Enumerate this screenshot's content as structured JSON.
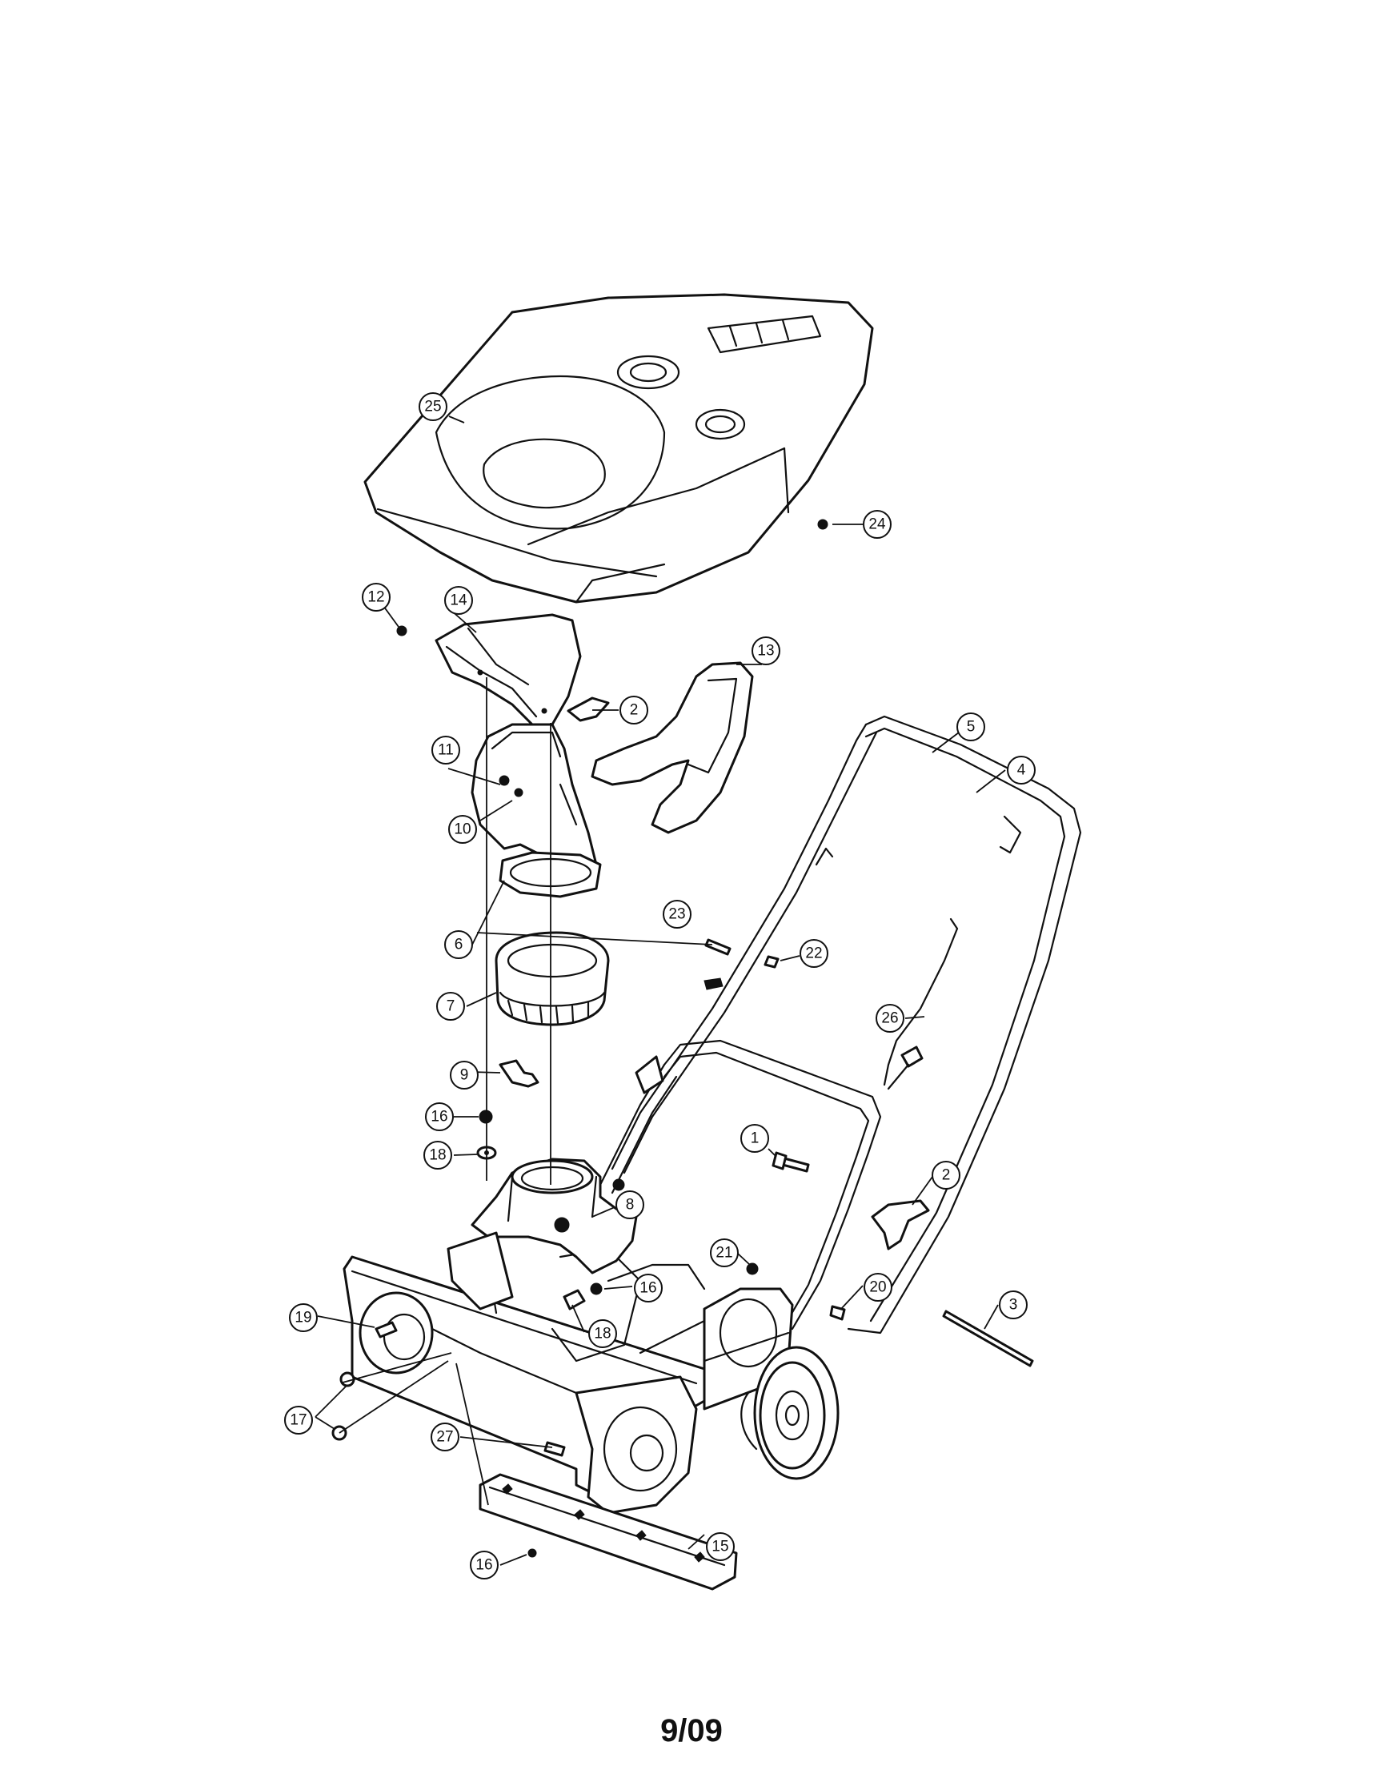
{
  "diagram": {
    "callouts": [
      "25",
      "24",
      "12",
      "14",
      "13",
      "2",
      "5",
      "4",
      "11",
      "10",
      "23",
      "22",
      "6",
      "7",
      "26",
      "9",
      "16",
      "18",
      "1",
      "2",
      "8",
      "21",
      "20",
      "16",
      "19",
      "18",
      "3",
      "17",
      "27",
      "16",
      "15"
    ]
  },
  "footer": {
    "page_number": "9/09"
  }
}
